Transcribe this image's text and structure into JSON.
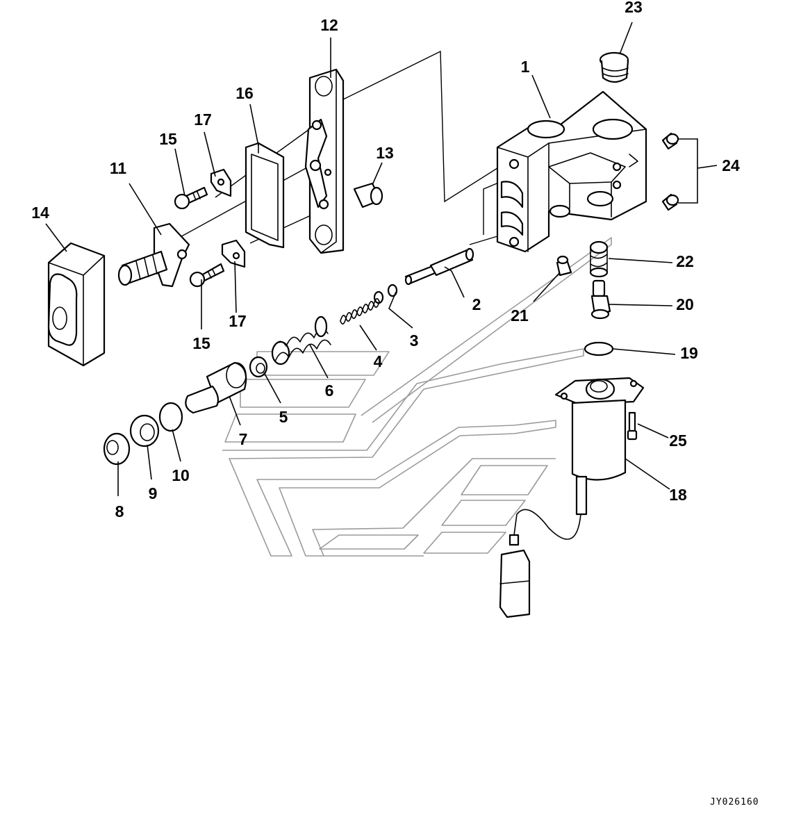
{
  "diagram": {
    "drawing_code": "JY026160",
    "callouts": {
      "c1": "1",
      "c2": "2",
      "c3": "3",
      "c4": "4",
      "c5": "5",
      "c6": "6",
      "c7": "7",
      "c8": "8",
      "c9": "9",
      "c10": "10",
      "c11": "11",
      "c12": "12",
      "c13": "13",
      "c14": "14",
      "c15a": "15",
      "c15b": "15",
      "c16": "16",
      "c17a": "17",
      "c17b": "17",
      "c18": "18",
      "c19": "19",
      "c20": "20",
      "c21": "21",
      "c22": "22",
      "c23": "23",
      "c24": "24",
      "c25": "25"
    }
  }
}
